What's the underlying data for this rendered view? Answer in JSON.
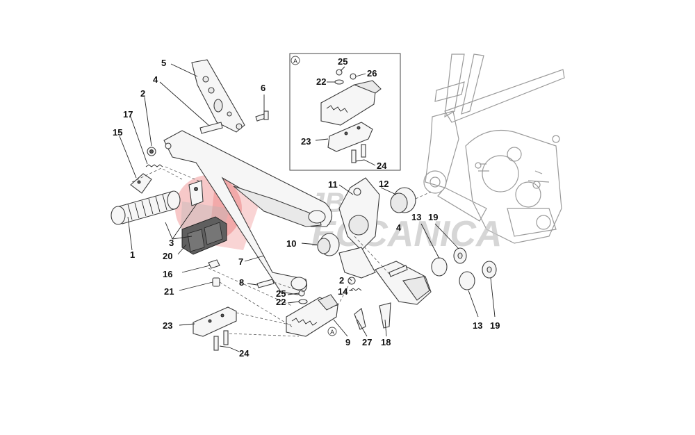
{
  "watermark": {
    "line1": "RE JBIE",
    "line2": "ECCANICA",
    "logo_color": "#e23b3b",
    "text_color": "#c8c8c8"
  },
  "inset": {
    "marker": "A"
  },
  "callouts": {
    "c1": "1",
    "c2a": "2",
    "c2b": "2",
    "c3": "3",
    "c4a": "4",
    "c4b": "4",
    "c5": "5",
    "c6": "6",
    "c7": "7",
    "c8": "8",
    "c9": "9",
    "c10": "10",
    "c11": "11",
    "c12": "12",
    "c13a": "13",
    "c13b": "13",
    "c14": "14",
    "c15": "15",
    "c16": "16",
    "c17": "17",
    "c18": "18",
    "c19a": "19",
    "c19b": "19",
    "c20": "20",
    "c21": "21",
    "c22a": "22",
    "c22b": "22",
    "c23a": "23",
    "c23b": "23",
    "c24a": "24",
    "c24b": "24",
    "c25a": "25",
    "c25b": "25",
    "c26": "26",
    "c27": "27",
    "cA": "A"
  }
}
